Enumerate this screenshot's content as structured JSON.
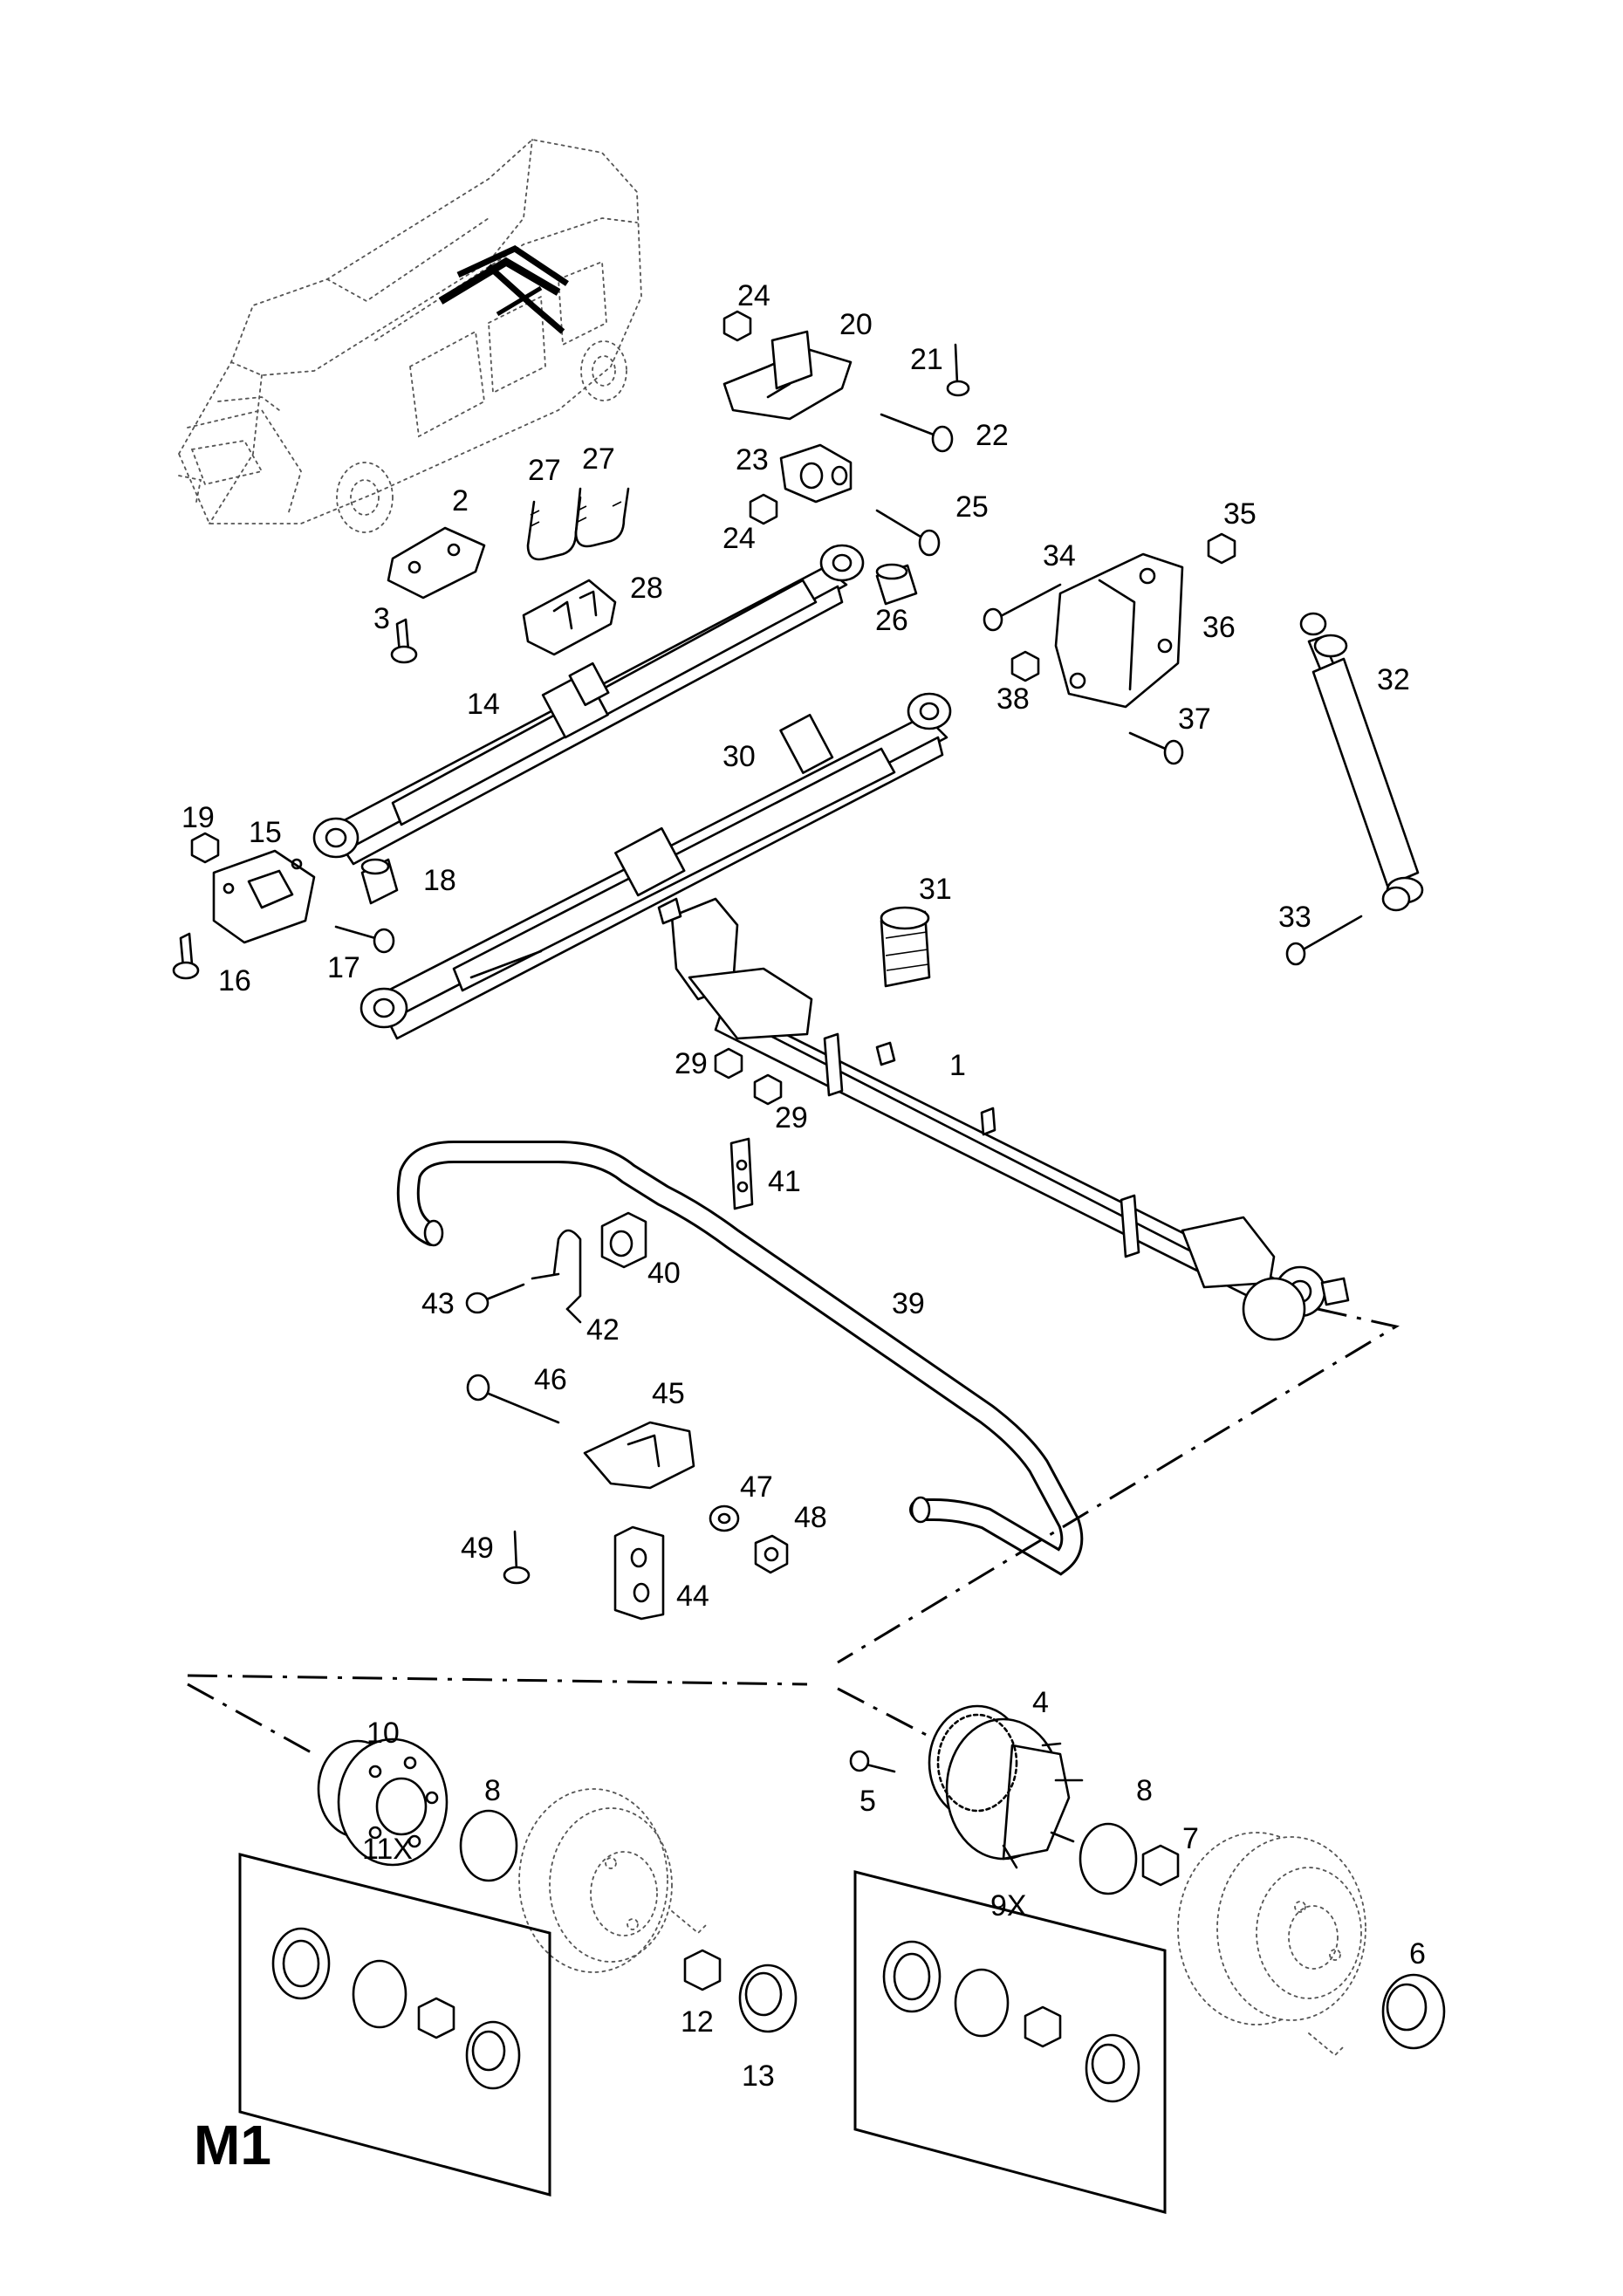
{
  "page_id": "M1",
  "part_labels": {
    "p1": "1",
    "p2": "2",
    "p3": "3",
    "p4": "4",
    "p5": "5",
    "p6": "6",
    "p7": "7",
    "p8a": "8",
    "p8b": "8",
    "p9x": "9X",
    "p10": "10",
    "p11x": "11X",
    "p12": "12",
    "p13": "13",
    "p14": "14",
    "p15": "15",
    "p16": "16",
    "p17": "17",
    "p18": "18",
    "p19": "19",
    "p20": "20",
    "p21": "21",
    "p22": "22",
    "p23": "23",
    "p24a": "24",
    "p24b": "24",
    "p25": "25",
    "p26": "26",
    "p27a": "27",
    "p27b": "27",
    "p28": "28",
    "p29a": "29",
    "p29b": "29",
    "p30": "30",
    "p31": "31",
    "p32": "32",
    "p33": "33",
    "p34": "34",
    "p35": "35",
    "p36": "36",
    "p37": "37",
    "p38": "38",
    "p39": "39",
    "p40": "40",
    "p41": "41",
    "p42": "42",
    "p43": "43",
    "p44": "44",
    "p45": "45",
    "p46": "46",
    "p47": "47",
    "p48": "48",
    "p49": "49"
  }
}
